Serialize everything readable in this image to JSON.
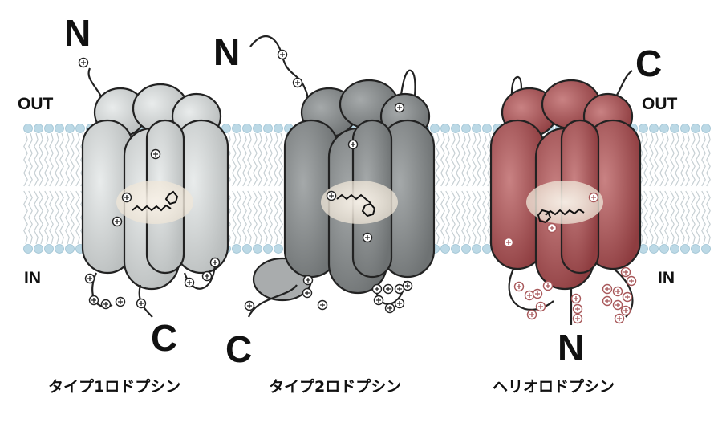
{
  "membrane": {
    "out_left": "OUT",
    "out_right": "OUT",
    "in_left": "IN",
    "in_right": "IN"
  },
  "proteins": [
    {
      "caption": "タイプ1ロドプシン",
      "n_label": "N",
      "c_label": "C",
      "color": "#c9cccc"
    },
    {
      "caption": "タイプ2ロドプシン",
      "n_label": "N",
      "c_label": "C",
      "color": "#8c8f90"
    },
    {
      "caption": "ヘリオロドプシン",
      "n_label": "N",
      "c_label": "C",
      "color": "#a8585a"
    }
  ],
  "colors": {
    "lipid_head": "#bcd9e6",
    "lipid_tail": "#c6cfd3",
    "retinal_glow": "#efe8dc",
    "outline": "#222222"
  },
  "icons": [
    "plus-charge-icon",
    "retinal-chromophore-icon",
    "lipid-bilayer"
  ]
}
